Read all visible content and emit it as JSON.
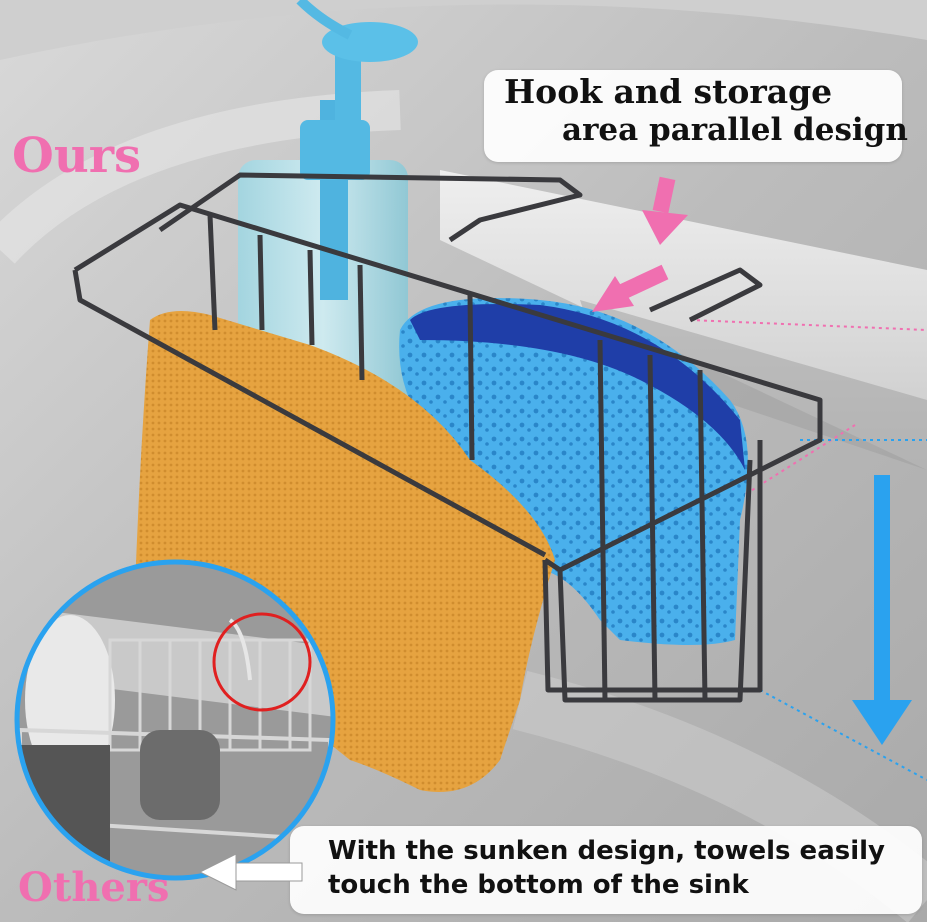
{
  "labels": {
    "ours": "Ours",
    "others": "Others",
    "top_line1": "Hook and storage",
    "top_line2": "area parallel design",
    "bottom_line1": "With the sunken design, towels easily",
    "bottom_line2": "touch the bottom of the sink"
  },
  "colors": {
    "accent_pink": "#f06fb0",
    "arrow_blue": "#2aa2ef",
    "circle_red": "#e02020",
    "towel": "#e6a340",
    "sponge": "#3b9fe0",
    "pump": "#54b9e3"
  },
  "icons": {
    "down_arrow": "pink-down-arrow-icon",
    "diag_arrow": "pink-diagonal-arrow-icon",
    "blue_arrow": "blue-down-arrow-icon",
    "left_arrow": "left-arrow-icon"
  }
}
